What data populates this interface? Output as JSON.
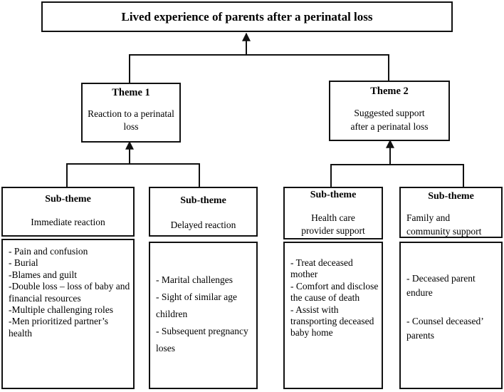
{
  "title": "Lived experience of parents after a perinatal loss",
  "themes": [
    {
      "heading": "Theme 1",
      "line1": "Reaction to a perinatal",
      "line2": "loss",
      "subthemes": [
        {
          "heading": "Sub-theme",
          "label_line1": "Immediate reaction",
          "label_line2": "",
          "items": [
            "- Pain and confusion",
            "- Burial",
            "-Blames and guilt",
            "-Double loss – loss of baby and financial resources",
            "-Multiple challenging roles",
            "-Men prioritized partner’s health"
          ]
        },
        {
          "heading": "Sub-theme",
          "label_line1": "Delayed reaction",
          "label_line2": "",
          "items": [
            "- Marital challenges",
            "- Sight of similar age children",
            "- Subsequent pregnancy loses"
          ]
        }
      ]
    },
    {
      "heading": "Theme 2",
      "line1": "Suggested support",
      "line2": "after a perinatal loss",
      "subthemes": [
        {
          "heading": "Sub-theme",
          "label_line1": "Health care",
          "label_line2": "provider support",
          "items": [
            "- Treat deceased mother",
            "- Comfort and disclose the cause of death",
            "- Assist with transporting deceased baby home"
          ]
        },
        {
          "heading": "Sub-theme",
          "label_line1": "Family and",
          "label_line2": "community support",
          "items": [
            "- Deceased parent endure",
            "- Counsel deceased’ parents"
          ]
        }
      ]
    }
  ]
}
